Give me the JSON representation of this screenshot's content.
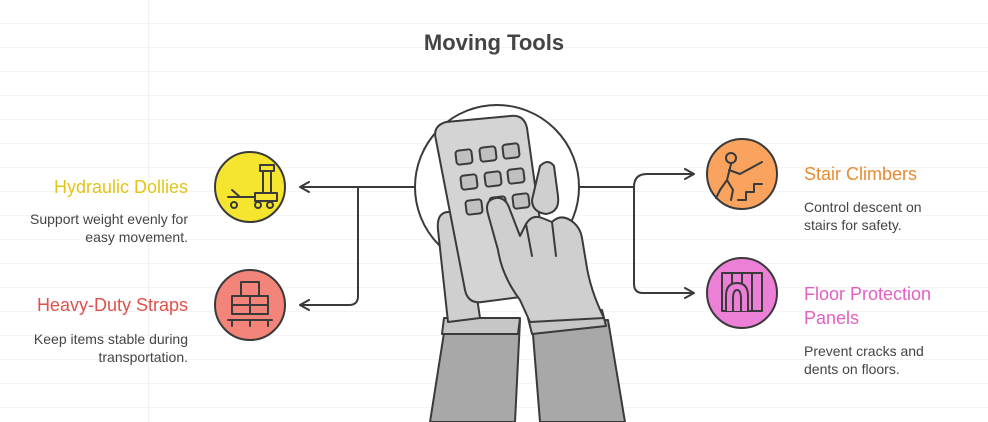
{
  "title": "Moving Tools",
  "colors": {
    "yellow": "#f5e52e",
    "red": "#f28479",
    "orange": "#f9a35e",
    "pink": "#ec7fd6",
    "yellow_text": "#e2c41a",
    "red_text": "#e0514a",
    "orange_text": "#e88a32",
    "pink_text": "#e35fc2",
    "stroke": "#3a3a3a"
  },
  "items": [
    {
      "label": "Hydraulic Dollies",
      "description": "Support weight evenly for easy movement.",
      "icon": "hydraulic-dolly-icon"
    },
    {
      "label": "Heavy-Duty Straps",
      "description": "Keep items stable during transportation.",
      "icon": "strapped-boxes-icon"
    },
    {
      "label": "Stair Climbers",
      "description": "Control descent on stairs for safety.",
      "icon": "stair-climber-icon"
    },
    {
      "label": "Floor Protection Panels",
      "description": "Prevent cracks and dents on floors.",
      "icon": "floor-panel-icon"
    }
  ],
  "center_icon": "hands-holding-remote-icon"
}
